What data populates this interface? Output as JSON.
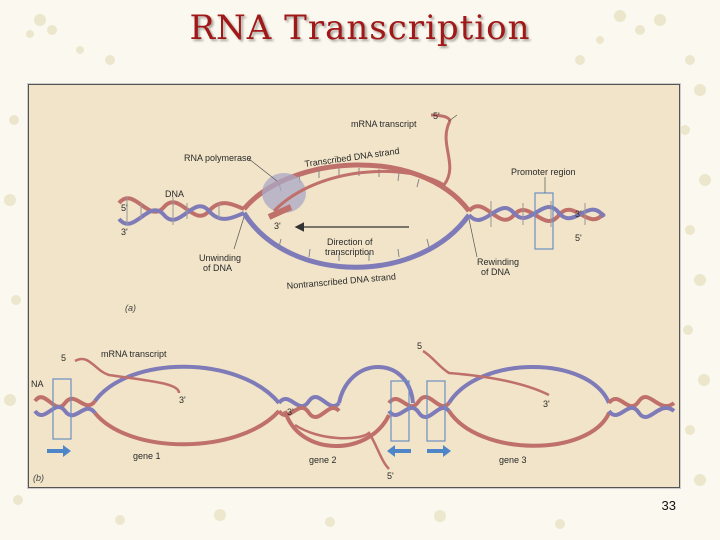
{
  "slide": {
    "title": "RNA Transcription",
    "page_number": "33"
  },
  "diagram_a": {
    "labels": {
      "mrna_transcript": "mRNA transcript",
      "five_prime_mrna": "5'",
      "rna_polymerase": "RNA polymerase",
      "transcribed_strand": "Transcribed DNA strand",
      "promoter_region": "Promoter region",
      "dna": "DNA",
      "left_5": "5'",
      "left_3": "3'",
      "middle_3": "3'",
      "right_3": "3'",
      "right_5": "5'",
      "direction_line1": "Direction of",
      "direction_line2": "transcription",
      "unwinding_line1": "Unwinding",
      "unwinding_line2": "of DNA",
      "rewinding_line1": "Rewinding",
      "rewinding_line2": "of DNA",
      "nontranscribed_strand": "Nontranscribed DNA strand",
      "panel_tag": "(a)"
    }
  },
  "diagram_b": {
    "labels": {
      "five_prime_left": "5",
      "mrna_transcript": "mRNA transcript",
      "dna_partial": "NA",
      "three_prime_a": "3'",
      "three_prime_b": "3'",
      "five_prime_top": "5",
      "three_prime_right": "3'",
      "five_prime_bottom": "5'",
      "gene1": "gene 1",
      "gene2": "gene 2",
      "gene3": "gene 3",
      "panel_tag": "(b)"
    }
  },
  "colors": {
    "title": "#a01818",
    "strand_red": "#c0706a",
    "strand_blue": "#7e7bb8",
    "arrow_blue": "#4f86c8",
    "box_blue": "#6f8fc2"
  }
}
